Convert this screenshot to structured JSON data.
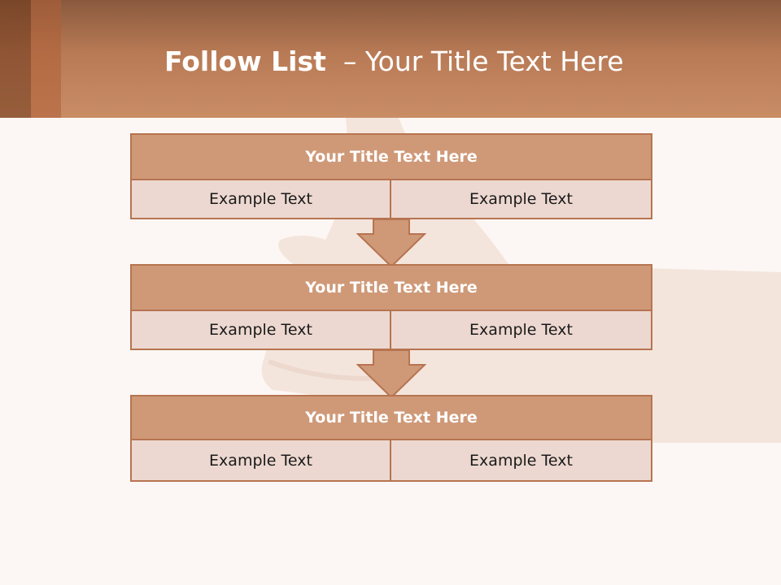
{
  "slide": {
    "title_bold": "Follow List",
    "title_rest": "– Your Title Text Here"
  },
  "steps": [
    {
      "title": "Your Title Text Here",
      "left": "Example Text",
      "right": "Example Text"
    },
    {
      "title": "Your Title Text Here",
      "left": "Example Text",
      "right": "Example Text"
    },
    {
      "title": "Your Title Text Here",
      "left": "Example Text",
      "right": "Example Text"
    }
  ],
  "colors": {
    "header_top": "#8a5a3e",
    "header_bottom": "#c98d66",
    "box_title": "#cf9978",
    "box_cell": "#ecd8d0",
    "border": "#b67450",
    "background": "#fcf7f4"
  }
}
